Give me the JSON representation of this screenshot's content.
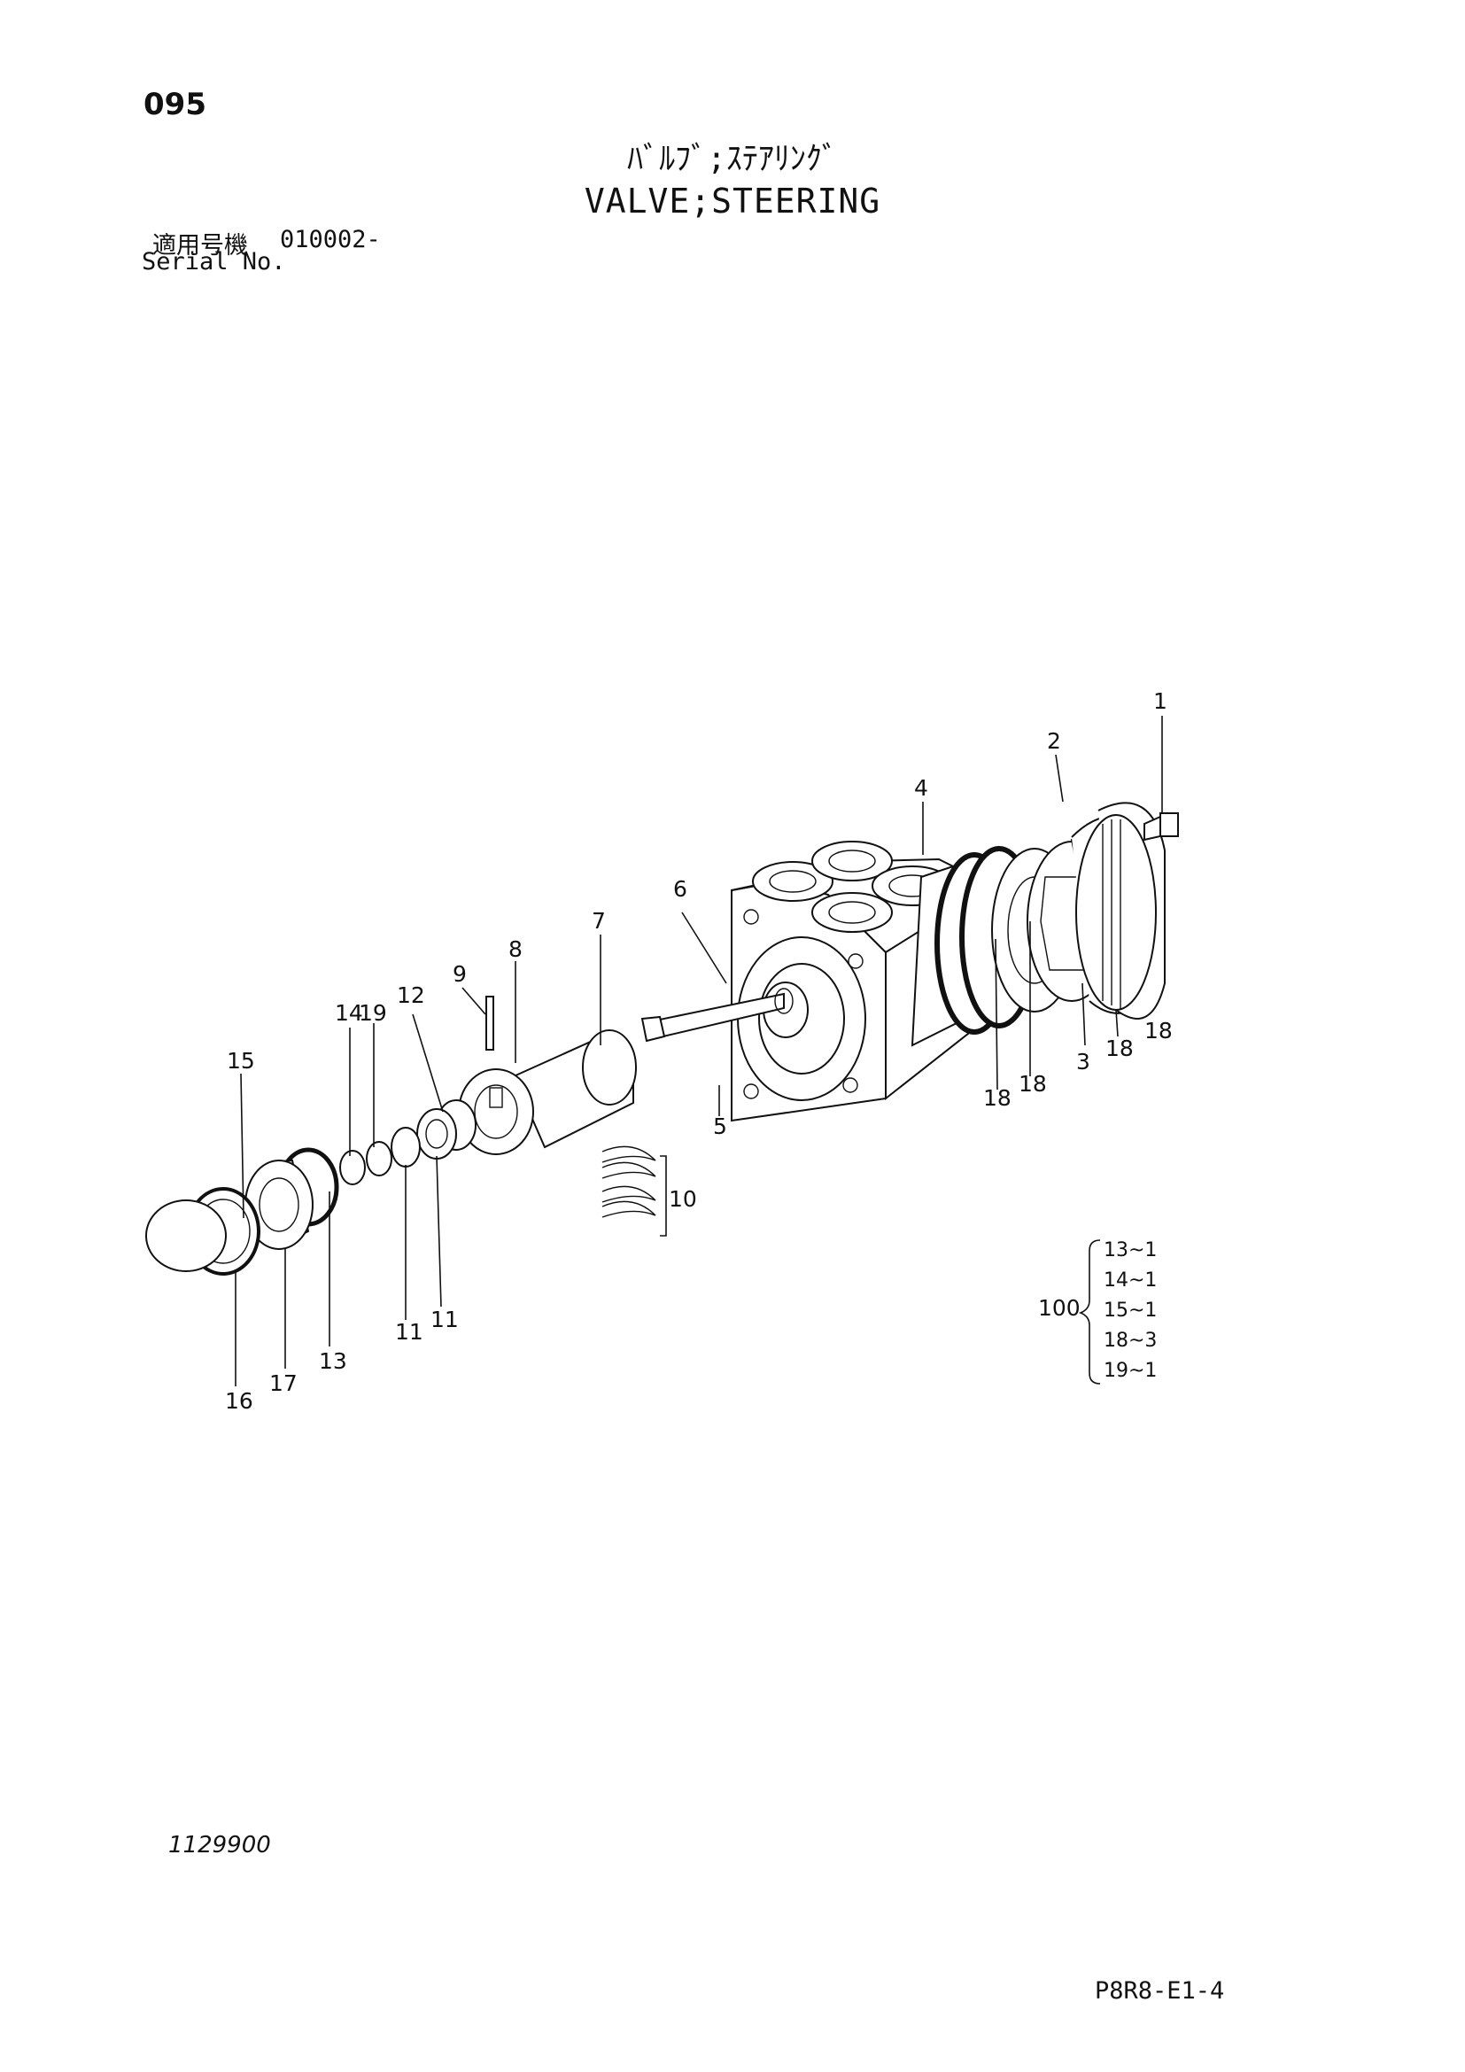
{
  "header": {
    "page_number": "095",
    "title_jp": "ﾊﾞﾙﾌﾞ;ｽﾃｱﾘﾝｸﾞ",
    "title_en": "VALVE;STEERING",
    "serial_label_jp": "適用号機",
    "serial_value": "010002-",
    "serial_label_en": "Serial No."
  },
  "callouts": [
    "1",
    "2",
    "3",
    "4",
    "5",
    "6",
    "7",
    "8",
    "9",
    "10",
    "11",
    "11",
    "12",
    "13",
    "14",
    "15",
    "16",
    "17",
    "18",
    "18",
    "18",
    "18",
    "19"
  ],
  "kit": {
    "number": "100",
    "items": [
      "13~1",
      "14~1",
      "15~1",
      "18~3",
      "19~1"
    ]
  },
  "footer": {
    "drawing_number": "1129900",
    "page_code": "P8R8-E1-4"
  },
  "colors": {
    "ink": "#111111",
    "paper": "#ffffff"
  }
}
